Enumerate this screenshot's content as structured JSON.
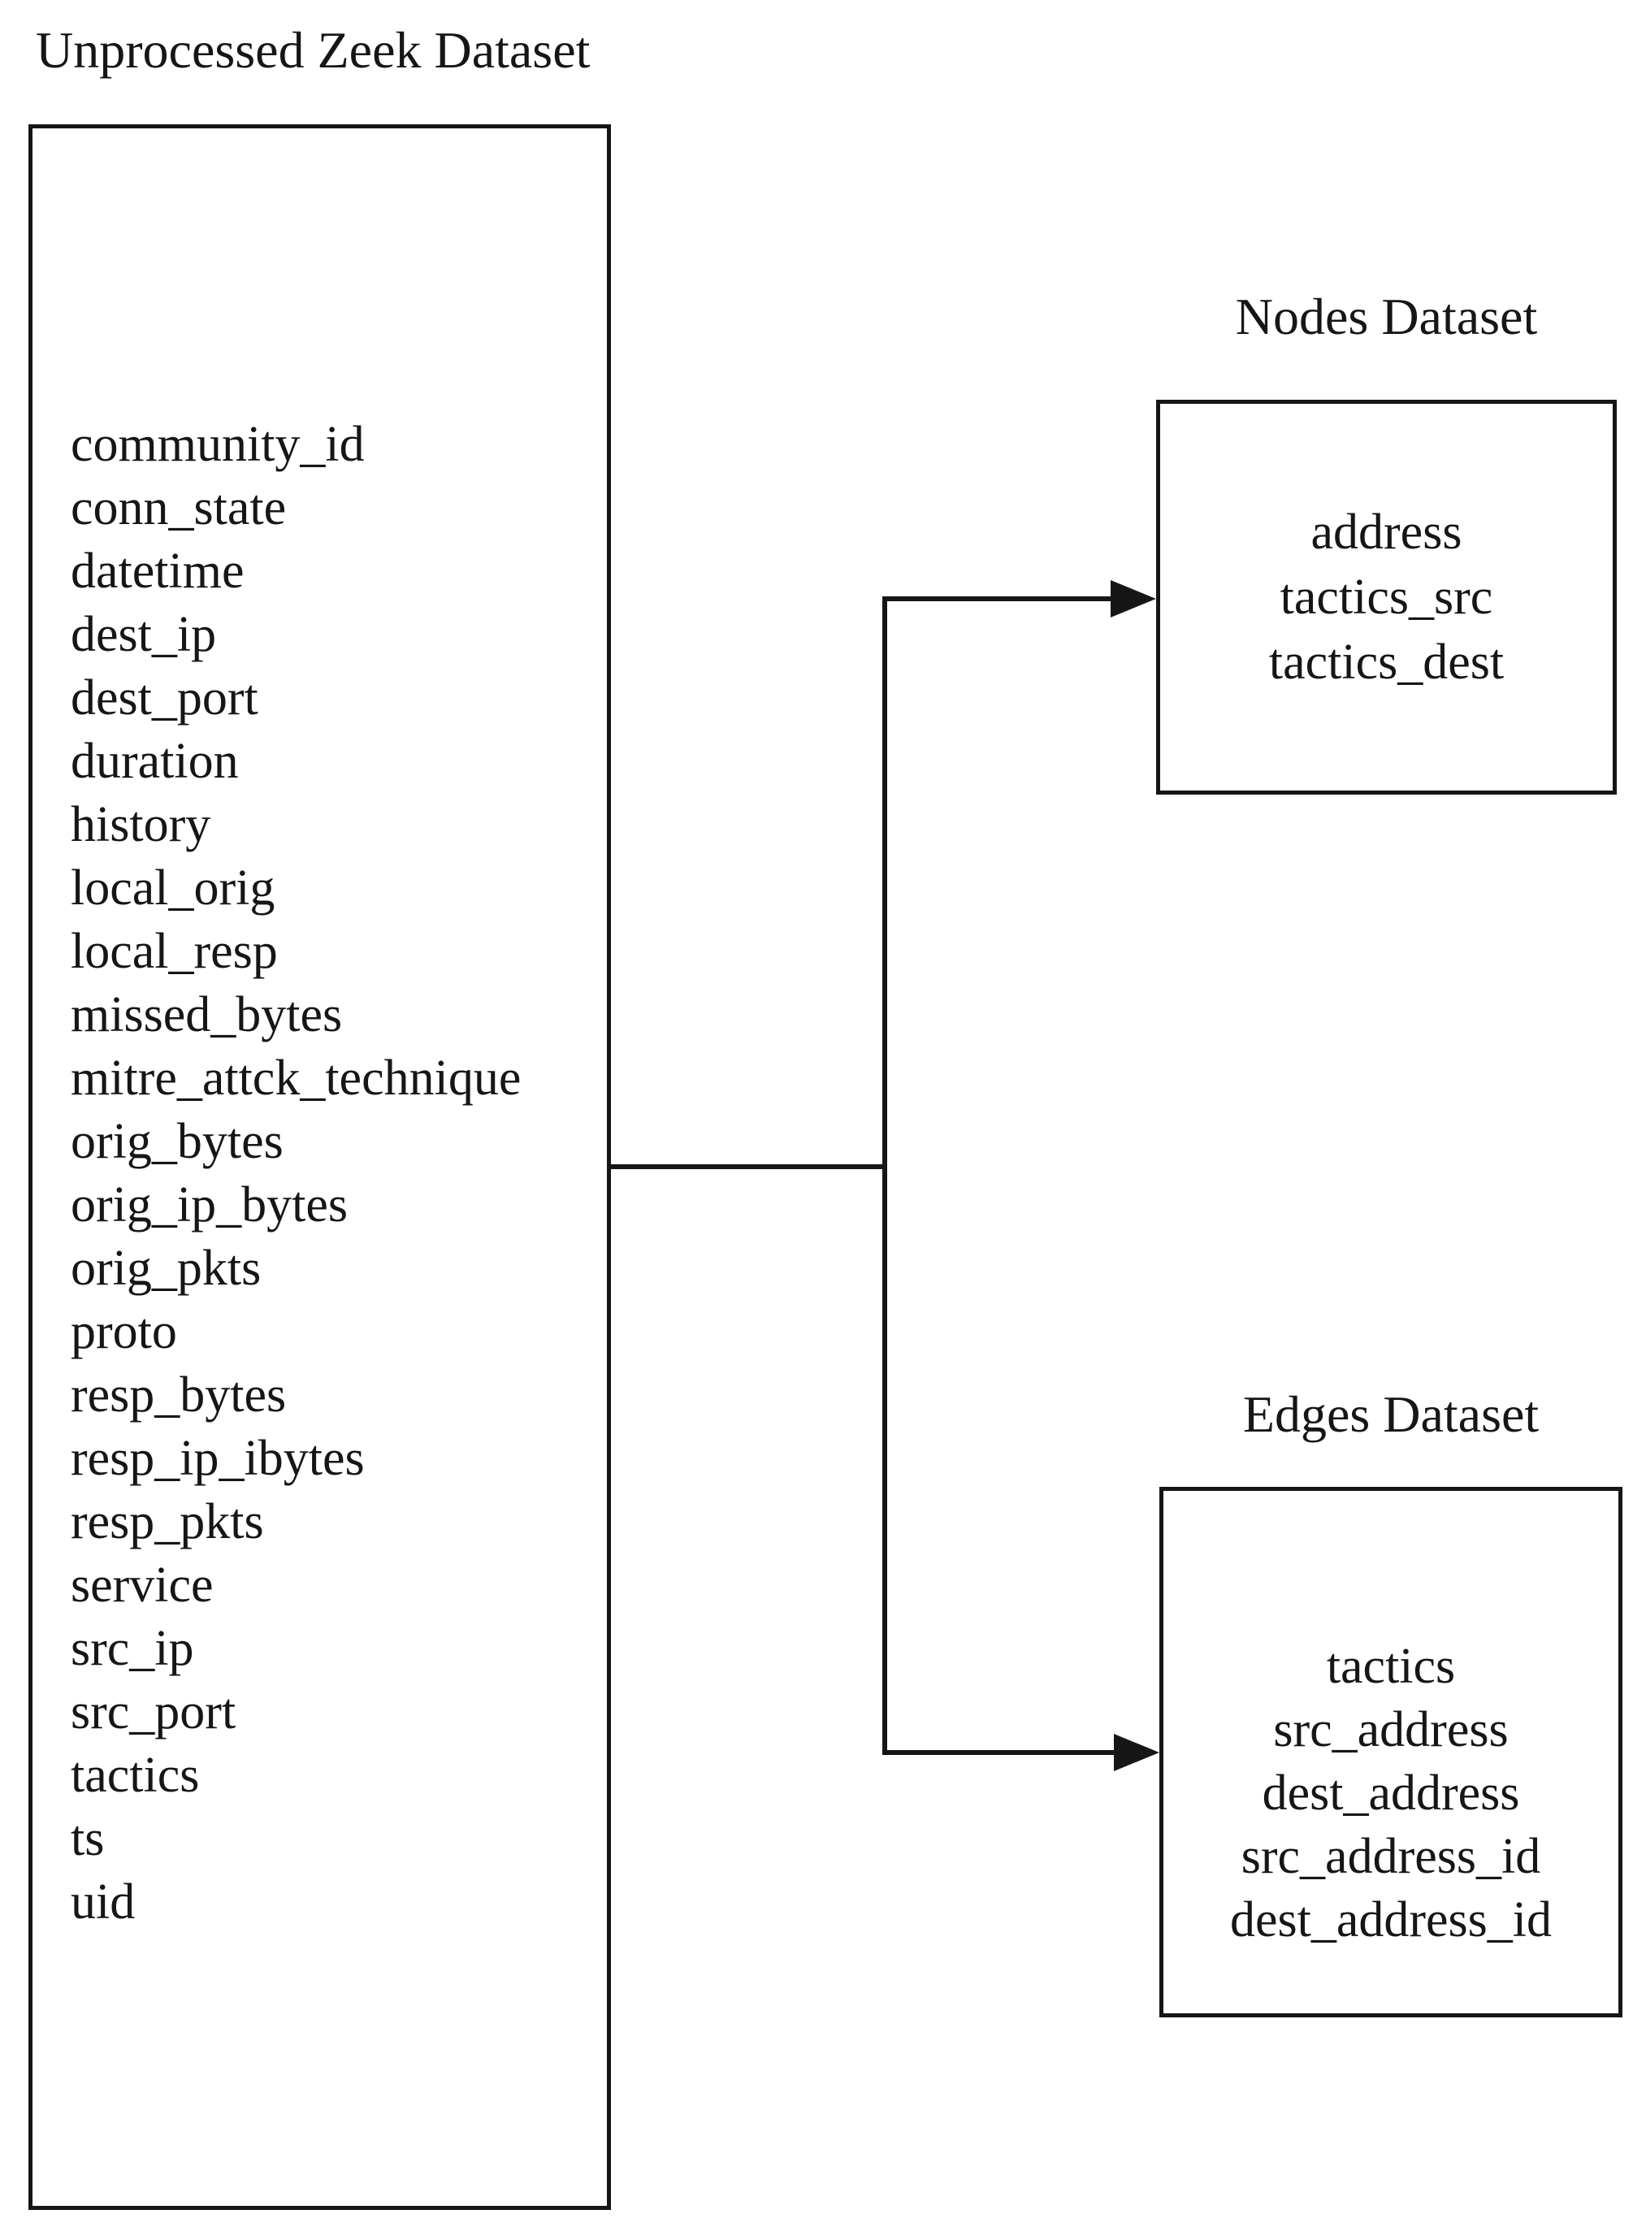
{
  "colors": {
    "ink": "#161616",
    "background": "#ffffff"
  },
  "zeek_box": {
    "title": "Unprocessed Zeek Dataset",
    "fields": [
      "community_id",
      "conn_state",
      "datetime",
      "dest_ip",
      "dest_port",
      "duration",
      "history",
      "local_orig",
      "local_resp",
      "missed_bytes",
      "mitre_attck_technique",
      "orig_bytes",
      "orig_ip_bytes",
      "orig_pkts",
      "proto",
      "resp_bytes",
      "resp_ip_ibytes",
      "resp_pkts",
      "service",
      "src_ip",
      "src_port",
      "tactics",
      "ts",
      "uid"
    ]
  },
  "nodes_box": {
    "title": "Nodes Dataset",
    "fields": [
      "address",
      "tactics_src",
      "tactics_dest"
    ]
  },
  "edges_box": {
    "title": "Edges Dataset",
    "fields": [
      "tactics",
      "src_address",
      "dest_address",
      "src_address_id",
      "dest_address_id"
    ]
  }
}
